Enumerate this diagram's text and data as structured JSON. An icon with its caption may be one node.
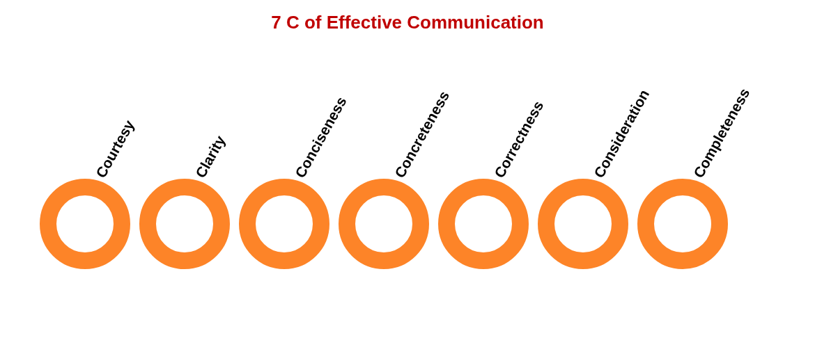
{
  "diagram": {
    "title": "7 C of Effective Communication",
    "nodes": [
      {
        "text": [
          "Courtesy"
        ]
      },
      {
        "text": [
          "Clarity"
        ]
      },
      {
        "text": [
          "Conciseness"
        ]
      },
      {
        "text": [
          "Concreteness"
        ]
      },
      {
        "text": [
          "Correctness"
        ]
      },
      {
        "text": [
          "Consideration"
        ]
      },
      {
        "text": [
          "Completeness"
        ]
      }
    ]
  }
}
